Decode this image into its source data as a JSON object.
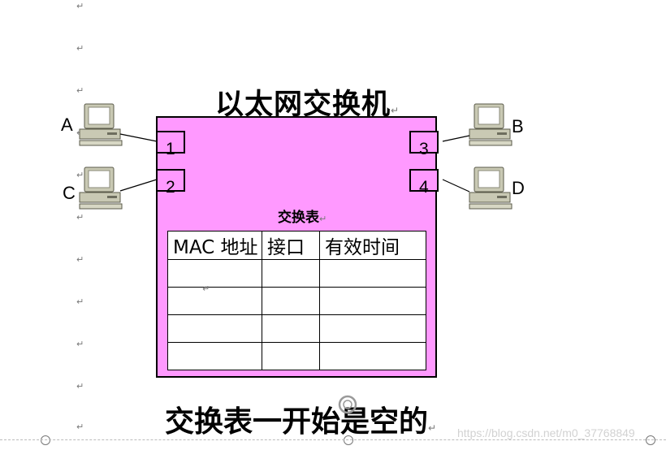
{
  "title": "以太网交换机",
  "caption": "交换表一开始是空的",
  "switch_table": {
    "caption": "交换表",
    "headers": [
      "MAC 地址",
      "接口",
      "有效时间"
    ],
    "rows": [
      [
        "",
        "",
        ""
      ],
      [
        "",
        "",
        ""
      ],
      [
        "",
        "",
        ""
      ],
      [
        "",
        "",
        ""
      ]
    ]
  },
  "ports": [
    {
      "number": "1",
      "host": "A"
    },
    {
      "number": "2",
      "host": "C"
    },
    {
      "number": "3",
      "host": "B"
    },
    {
      "number": "4",
      "host": "D"
    }
  ],
  "hosts": [
    "A",
    "B",
    "C",
    "D"
  ],
  "watermark": "https://blog.csdn.net/m0_37768849",
  "paragraph_mark": "↵",
  "colors": {
    "switch_fill": "#ff99ff",
    "border": "#000000",
    "computer": "#c9c9b4"
  },
  "icons": [
    "desktop-computer-icon",
    "paragraph-mark-icon",
    "resize-handle-icon"
  ]
}
